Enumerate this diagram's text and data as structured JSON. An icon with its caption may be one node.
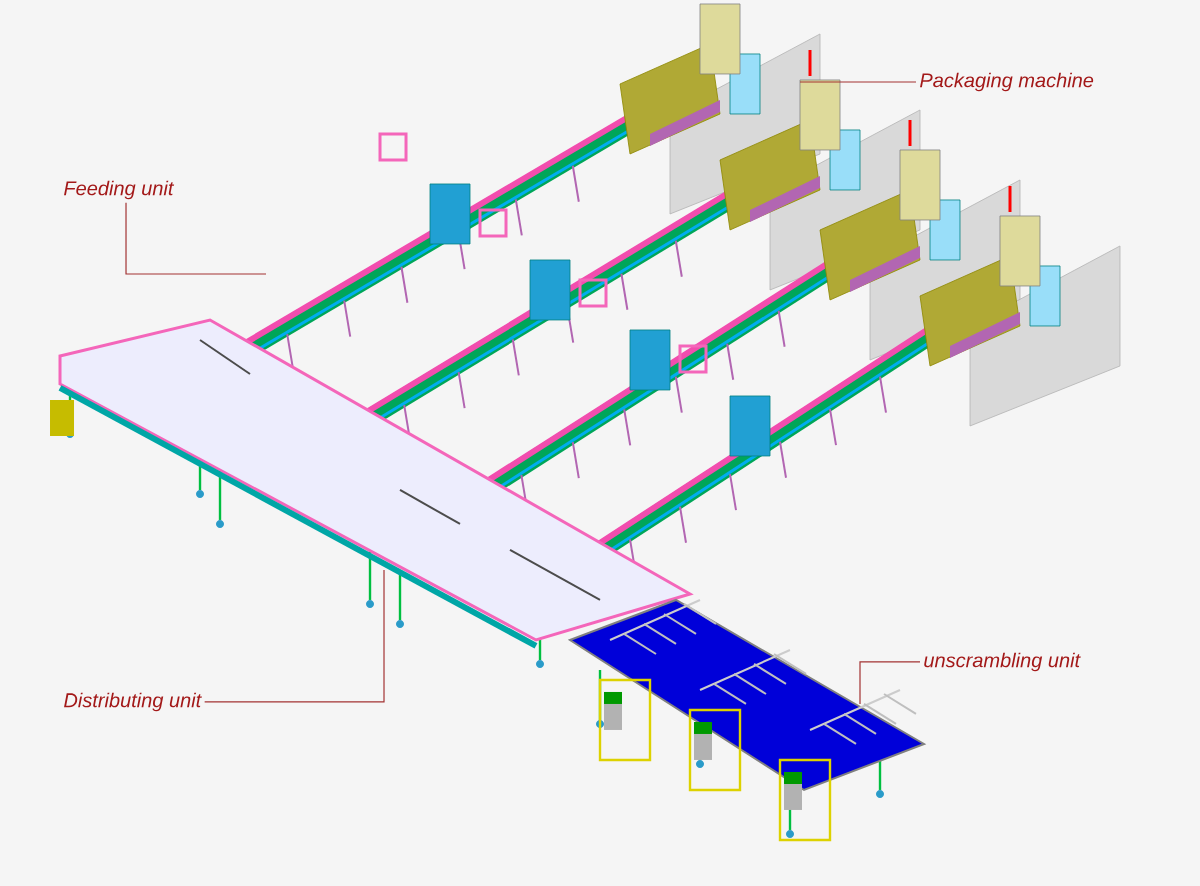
{
  "diagram": {
    "nodes": [
      {
        "text": [
          "Packaging machine"
        ]
      },
      {
        "text": [
          "Feeding unit"
        ]
      },
      {
        "text": [
          "Distributing unit"
        ]
      },
      {
        "text": [
          "unscrambling unit"
        ]
      }
    ],
    "edges": [
      {
        "from": 0,
        "to": null,
        "arrow": "none"
      },
      {
        "from": 1,
        "to": null,
        "arrow": "none"
      },
      {
        "from": 2,
        "to": null,
        "arrow": "none"
      },
      {
        "from": 3,
        "to": null,
        "arrow": "none"
      }
    ]
  }
}
